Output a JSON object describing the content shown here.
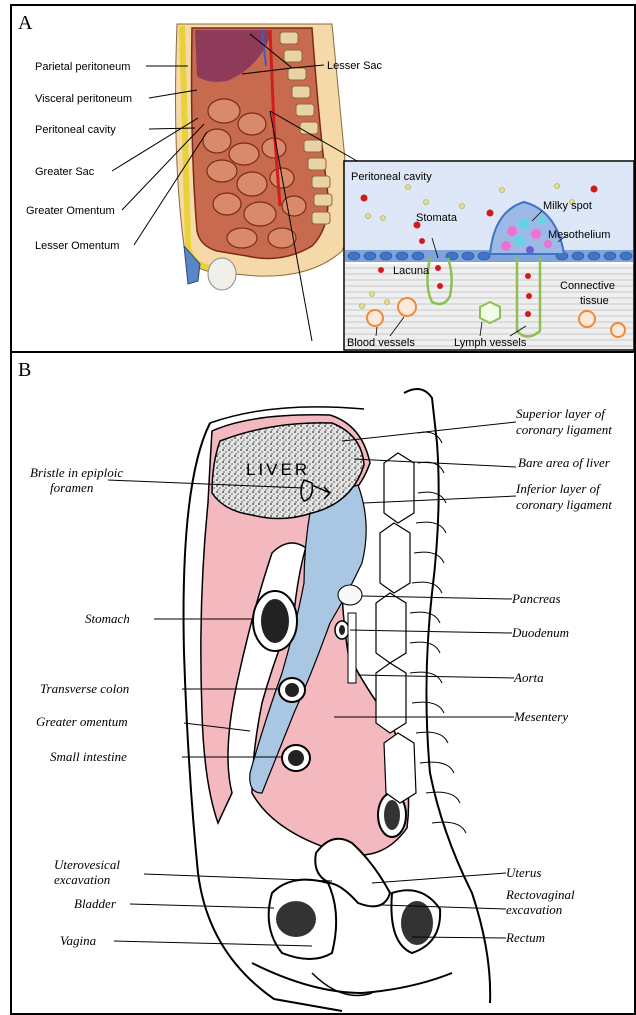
{
  "panel_a": {
    "letter": "A",
    "labels": {
      "parietal_peritoneum": "Parietal peritoneum",
      "visceral_peritoneum": "Visceral peritoneum",
      "peritoneal_cavity": "Peritoneal cavity",
      "greater_sac": "Greater Sac",
      "greater_omentum": "Greater Omentum",
      "lesser_omentum": "Lesser Omentum",
      "lesser_sac": "Lesser Sac"
    },
    "inset": {
      "peritoneal_cavity": "Peritoneal cavity",
      "stomata": "Stomata",
      "milky_spot": "Milky spot",
      "mesothelium": "Mesothelium",
      "lacuna": "Lacuna",
      "connective_line1": "Connective",
      "connective_line2": "tissue",
      "blood_vessels": "Blood vessels",
      "lymph_vessels": "Lymph vessels"
    }
  },
  "panel_b": {
    "letter": "B",
    "organ_text": "LIVER",
    "labels": {
      "bristle_line1": "Bristle in epiploic",
      "bristle_line2": "foramen",
      "stomach": "Stomach",
      "transverse_colon": "Transverse colon",
      "greater_omentum": "Greater omentum",
      "small_intestine": "Small intestine",
      "uterovesical_line1": "Uterovesical",
      "uterovesical_line2": "excavation",
      "bladder": "Bladder",
      "vagina": "Vagina",
      "superior_line1": "Superior layer of",
      "superior_line2": "coronary ligament",
      "bare_area": "Bare area of liver",
      "inferior_line1": "Inferior layer of",
      "inferior_line2": "coronary ligament",
      "pancreas": "Pancreas",
      "duodenum": "Duodenum",
      "aorta": "Aorta",
      "mesentery": "Mesentery",
      "uterus": "Uterus",
      "rectovaginal_line1": "Rectovaginal",
      "rectovaginal_line2": "excavation",
      "rectum": "Rectum"
    }
  },
  "colors": {
    "peritoneum_pink": "#f3b9bf",
    "lesser_sac_blue": "#a9c6e3",
    "liver_gray": "#c9c9c9",
    "mesothelium_blue": "#5b8fd6",
    "blood_red": "#d31a1a",
    "lymph_green": "#8cc152",
    "abdomen_red": "#b8433a",
    "spine_tan": "#e9d3a6"
  }
}
